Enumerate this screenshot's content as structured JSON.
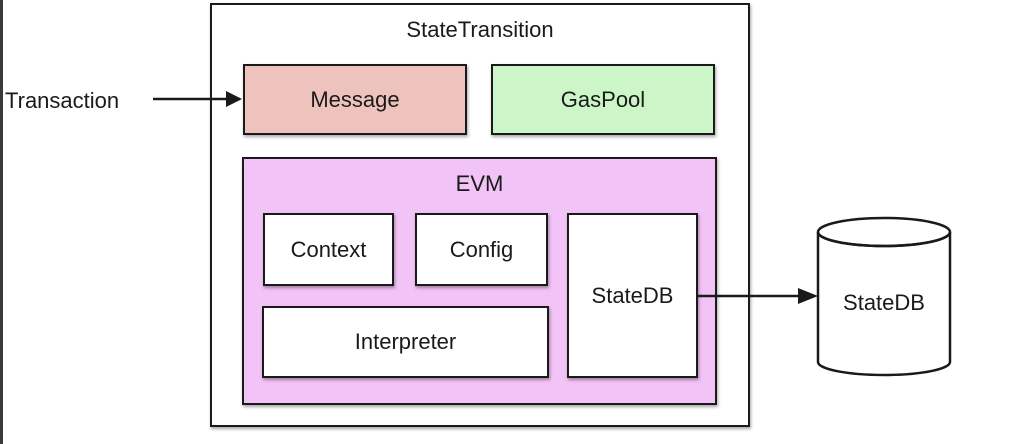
{
  "diagram": {
    "transaction_label": "Transaction",
    "state_transition": {
      "title": "StateTransition",
      "message": "Message",
      "gaspool": "GasPool",
      "evm": {
        "title": "EVM",
        "context": "Context",
        "config": "Config",
        "interpreter": "Interpreter",
        "statedb": "StateDB"
      }
    },
    "database": {
      "label": "StateDB"
    }
  },
  "colors": {
    "message_fill": "#efc3bd",
    "gaspool_fill": "#ccf5c8",
    "evm_fill": "#f2c3f6",
    "stroke": "#1a1a1a"
  },
  "icons": [
    "arrow-right-icon",
    "database-cylinder-icon"
  ]
}
